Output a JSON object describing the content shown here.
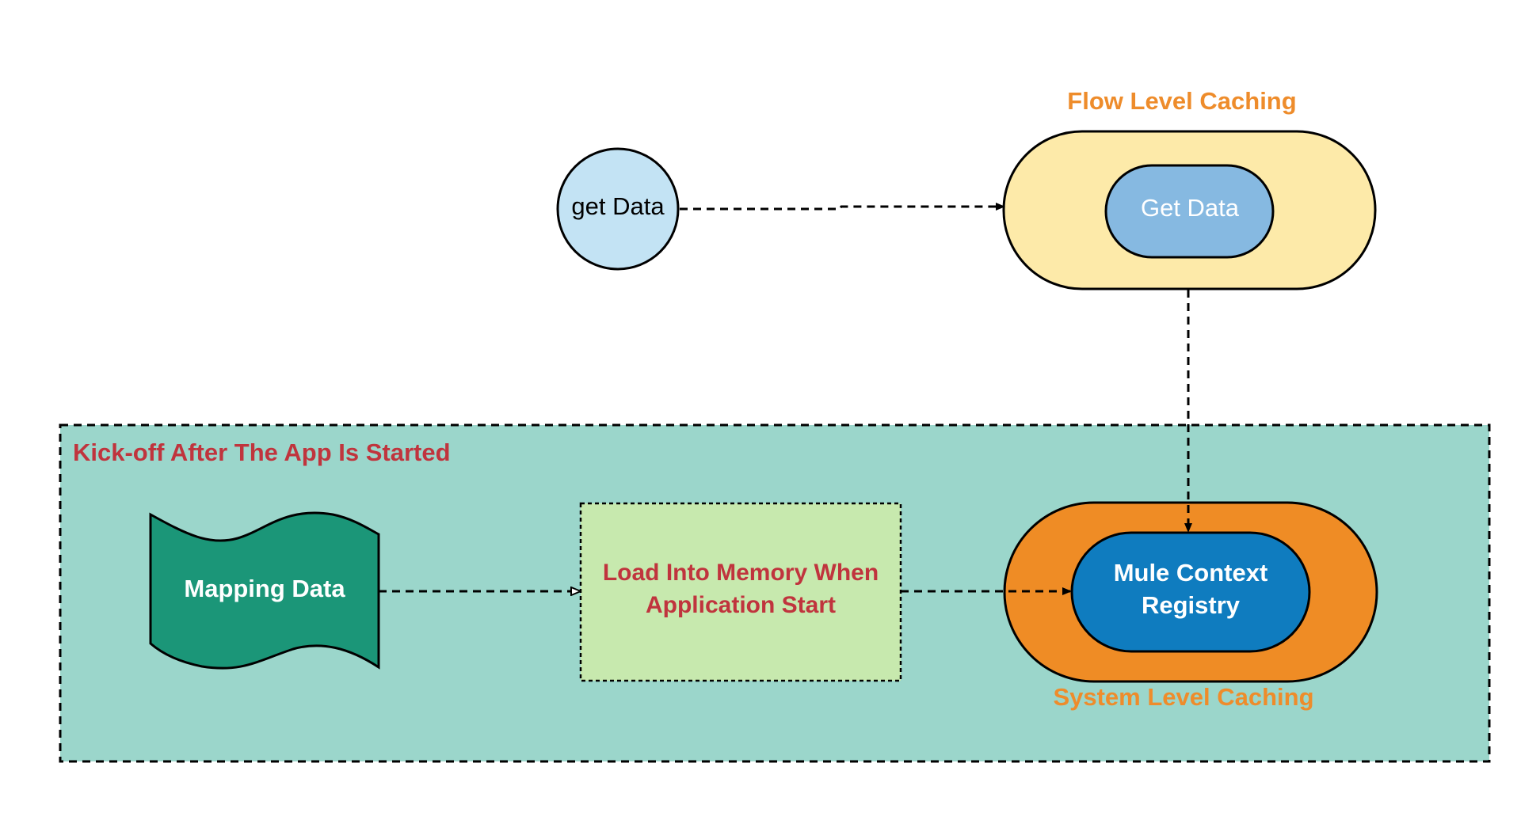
{
  "colors": {
    "background": "#ffffff",
    "kickoff_region_fill": "#9bd6cb",
    "kickoff_title": "#c0343d",
    "flow_caching_label": "#ee8c2b",
    "flow_pill_fill": "#fdeaa9",
    "get_data_inner_fill": "#86b9e1",
    "get_data_circle_fill": "#c3e3f4",
    "system_pill_fill": "#ef8c25",
    "mule_registry_fill": "#0f7cbf",
    "mapping_data_fill": "#1b9678",
    "load_memory_fill": "#c7e9ae",
    "load_memory_text": "#c0343d",
    "stroke": "#000000"
  },
  "nodes": {
    "get_data_circle": {
      "label": "get Data",
      "shape": "circle"
    },
    "flow_level_caching": {
      "label": "Flow Level Caching",
      "shape": "stadium"
    },
    "flow_get_data": {
      "label": "Get Data",
      "shape": "stadium"
    },
    "kickoff_region": {
      "label": "Kick-off After The App Is Started",
      "shape": "dashed-rectangle"
    },
    "mapping_data": {
      "label": "Mapping Data",
      "shape": "tape"
    },
    "load_memory": {
      "line1": "Load Into Memory When",
      "line2": "Application Start",
      "shape": "dashed-rectangle"
    },
    "system_level_caching": {
      "label": "System Level Caching",
      "shape": "stadium"
    },
    "mule_registry": {
      "line1": "Mule Context",
      "line2": "Registry",
      "shape": "stadium"
    }
  },
  "edges": [
    {
      "from": "get_data_circle",
      "to": "flow_level_caching",
      "style": "dashed",
      "arrow": "filled"
    },
    {
      "from": "flow_level_caching",
      "to": "mule_registry",
      "style": "dashed",
      "arrow": "filled"
    },
    {
      "from": "mapping_data",
      "to": "load_memory",
      "style": "dashed",
      "arrow": "hollow"
    },
    {
      "from": "load_memory",
      "to": "mule_registry",
      "style": "dashed",
      "arrow": "filled"
    }
  ]
}
